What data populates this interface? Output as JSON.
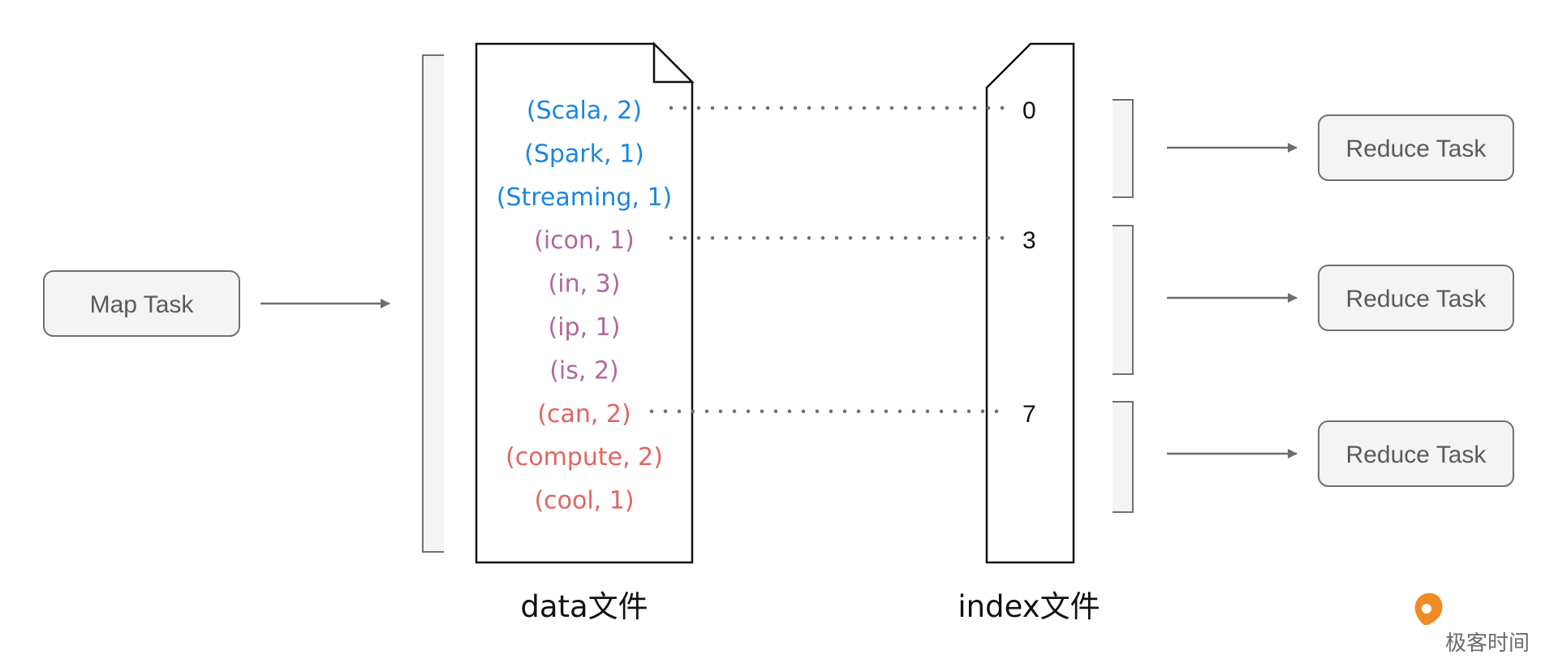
{
  "map_task": {
    "label": "Map Task"
  },
  "data_file": {
    "label": "data文件",
    "records": [
      {
        "text": "(Scala, 2)",
        "partition": 0
      },
      {
        "text": "(Spark, 1)",
        "partition": 0
      },
      {
        "text": "(Streaming, 1)",
        "partition": 0
      },
      {
        "text": "(icon, 1)",
        "partition": 1
      },
      {
        "text": "(in, 3)",
        "partition": 1
      },
      {
        "text": "(ip, 1)",
        "partition": 1
      },
      {
        "text": "(is, 2)",
        "partition": 1
      },
      {
        "text": "(can, 2)",
        "partition": 2
      },
      {
        "text": "(compute, 2)",
        "partition": 2
      },
      {
        "text": "(cool, 1)",
        "partition": 2
      }
    ]
  },
  "index_file": {
    "label": "index文件",
    "offsets": [
      "0",
      "3",
      "7"
    ]
  },
  "reduce_tasks": [
    {
      "label": "Reduce Task"
    },
    {
      "label": "Reduce Task"
    },
    {
      "label": "Reduce Task"
    }
  ],
  "colors": {
    "partition_0": "#1a86e0",
    "partition_1": "#b0679e",
    "partition_2": "#e0655f",
    "box_fill": "#f4f4f4",
    "box_stroke": "#707070",
    "logo_orange": "#f08a24"
  },
  "logo": {
    "text": "极客时间",
    "icon": "geektime-logo-icon"
  }
}
